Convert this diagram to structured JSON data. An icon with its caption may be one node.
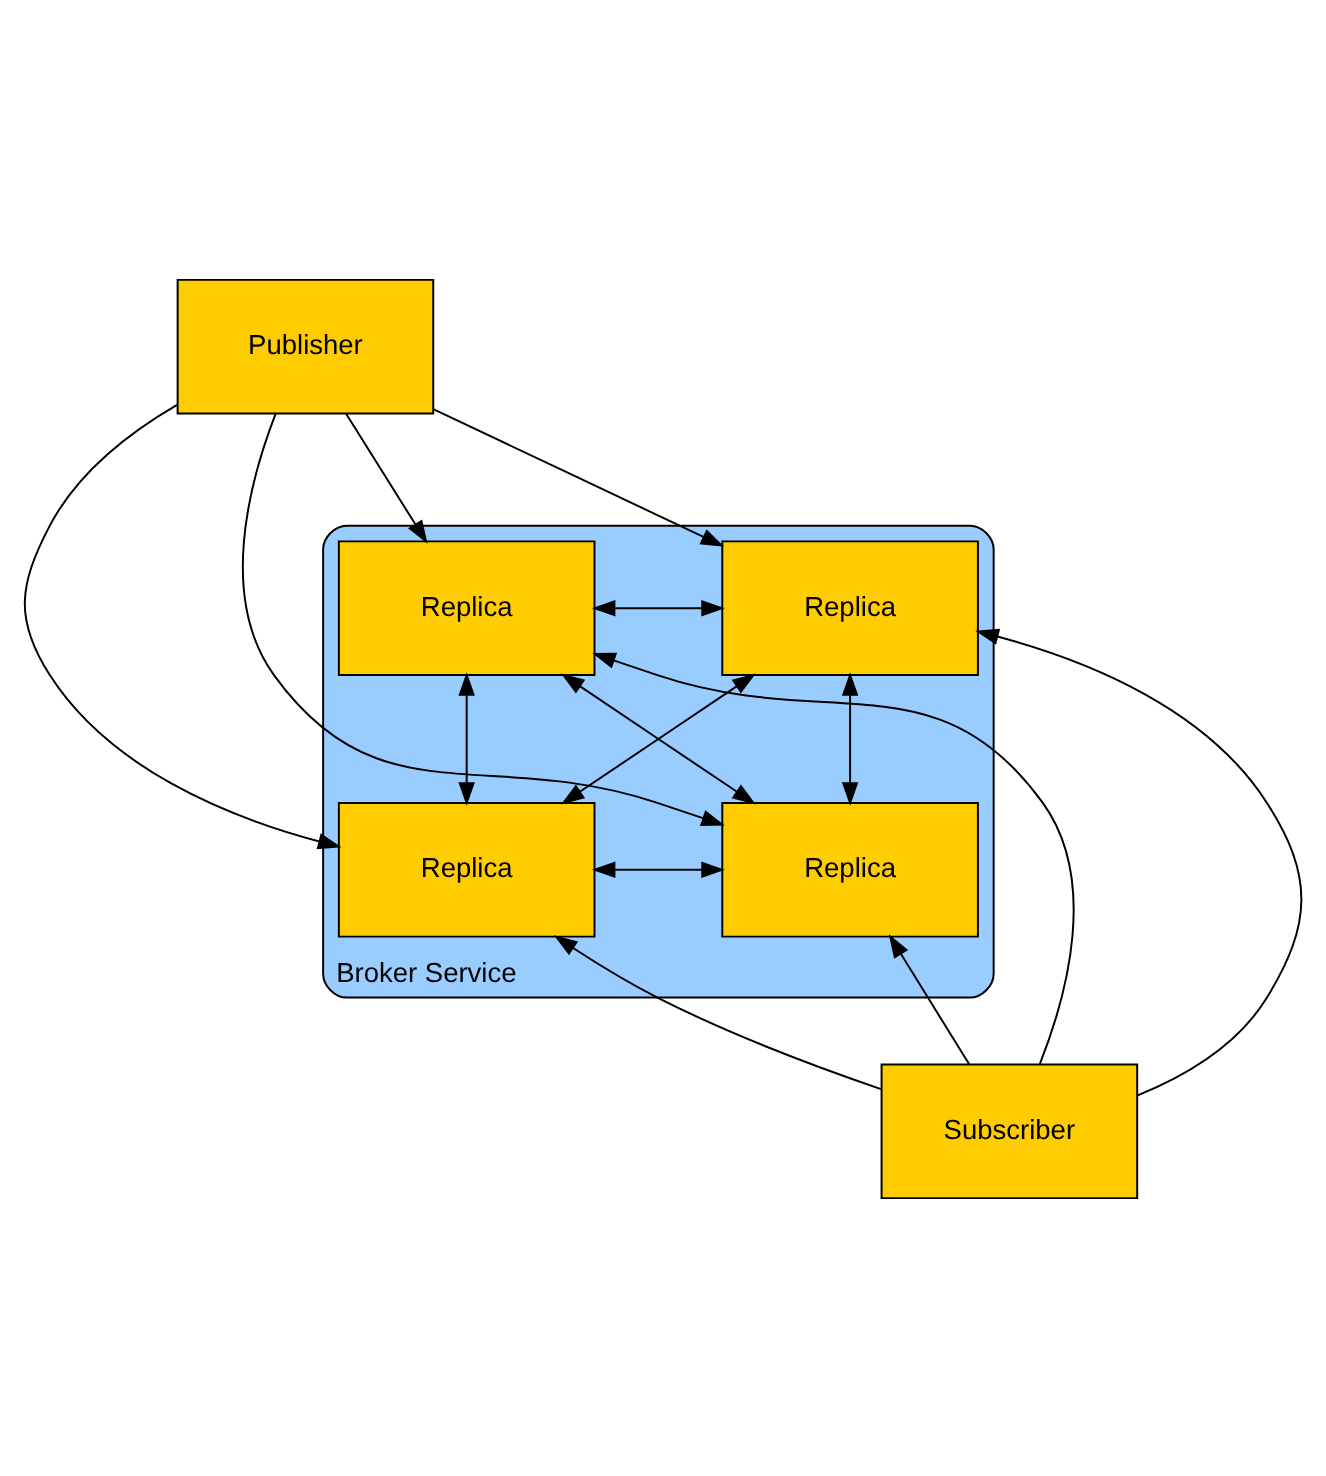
{
  "diagram": {
    "nodes": [
      {
        "text": [
          "Publisher"
        ]
      },
      {
        "text": [
          "Broker Service"
        ]
      },
      {
        "text": [
          "Replica"
        ],
        "in": 1
      },
      {
        "text": [
          "Replica"
        ],
        "in": 1
      },
      {
        "text": [
          "Replica"
        ],
        "in": 1
      },
      {
        "text": [
          "Replica"
        ],
        "in": 1
      },
      {
        "text": [
          "Subscriber"
        ]
      }
    ],
    "edges": [
      {
        "from": 0,
        "to": 2,
        "arrow": "to"
      },
      {
        "from": 0,
        "to": 3,
        "arrow": "to"
      },
      {
        "from": 0,
        "to": 4,
        "arrow": "to"
      },
      {
        "from": 0,
        "to": 5,
        "arrow": "to"
      },
      {
        "from": 2,
        "to": 3,
        "arrow": "both"
      },
      {
        "from": 2,
        "to": 4,
        "arrow": "both"
      },
      {
        "from": 2,
        "to": 5,
        "arrow": "both"
      },
      {
        "from": 3,
        "to": 4,
        "arrow": "both"
      },
      {
        "from": 3,
        "to": 5,
        "arrow": "both"
      },
      {
        "from": 4,
        "to": 5,
        "arrow": "both"
      },
      {
        "from": 6,
        "to": 4,
        "arrow": "to"
      },
      {
        "from": 6,
        "to": 5,
        "arrow": "to"
      },
      {
        "from": 6,
        "to": 2,
        "arrow": "to"
      },
      {
        "from": 6,
        "to": 3,
        "arrow": "to"
      }
    ]
  }
}
